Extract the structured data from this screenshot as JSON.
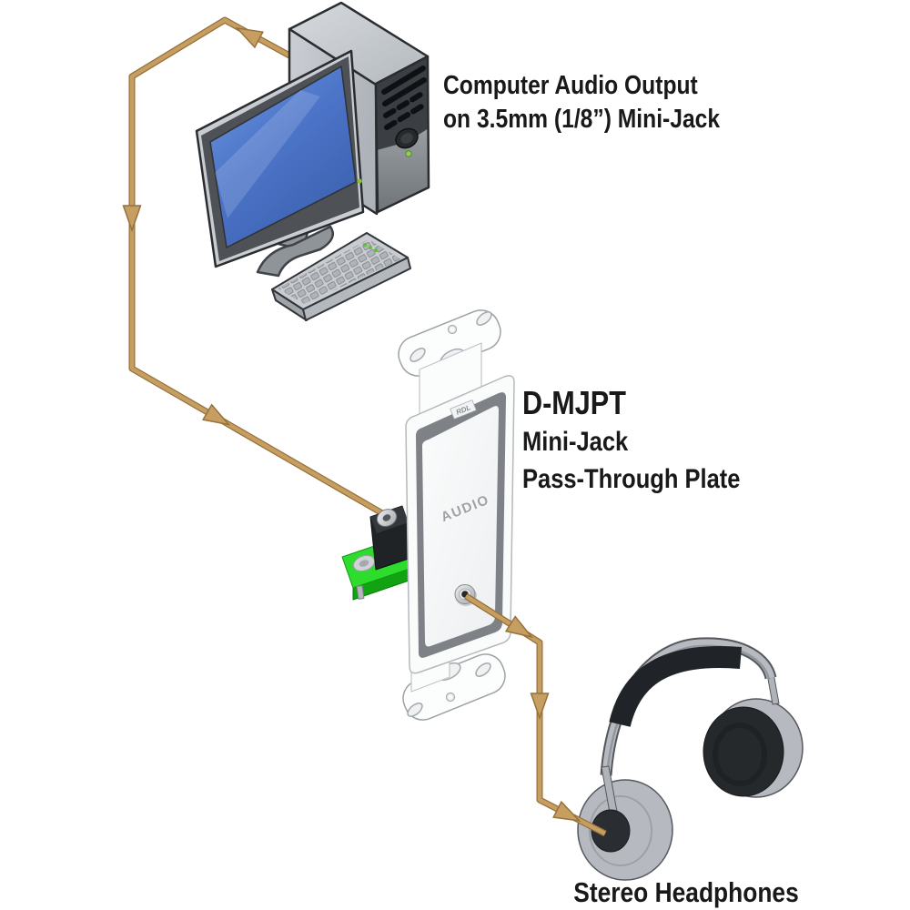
{
  "labels": {
    "computer_output": {
      "line1": "Computer Audio Output",
      "line2": "on 3.5mm (1/8”) Mini-Jack"
    },
    "plate": {
      "model": "D-MJPT",
      "line2": "Mini-Jack",
      "line3": "Pass-Through Plate"
    },
    "headphones": "Stereo Headphones"
  },
  "plate_face": {
    "brand": "RDL",
    "port_label": "AUDIO"
  },
  "colors": {
    "cable": "#C79E62",
    "cable_outline": "#96713B",
    "pcb_green": "#2EDC2E",
    "screen_blue": "#4C74C8",
    "plate_frame_gray": "#7E8287",
    "label_text": "#191919"
  }
}
